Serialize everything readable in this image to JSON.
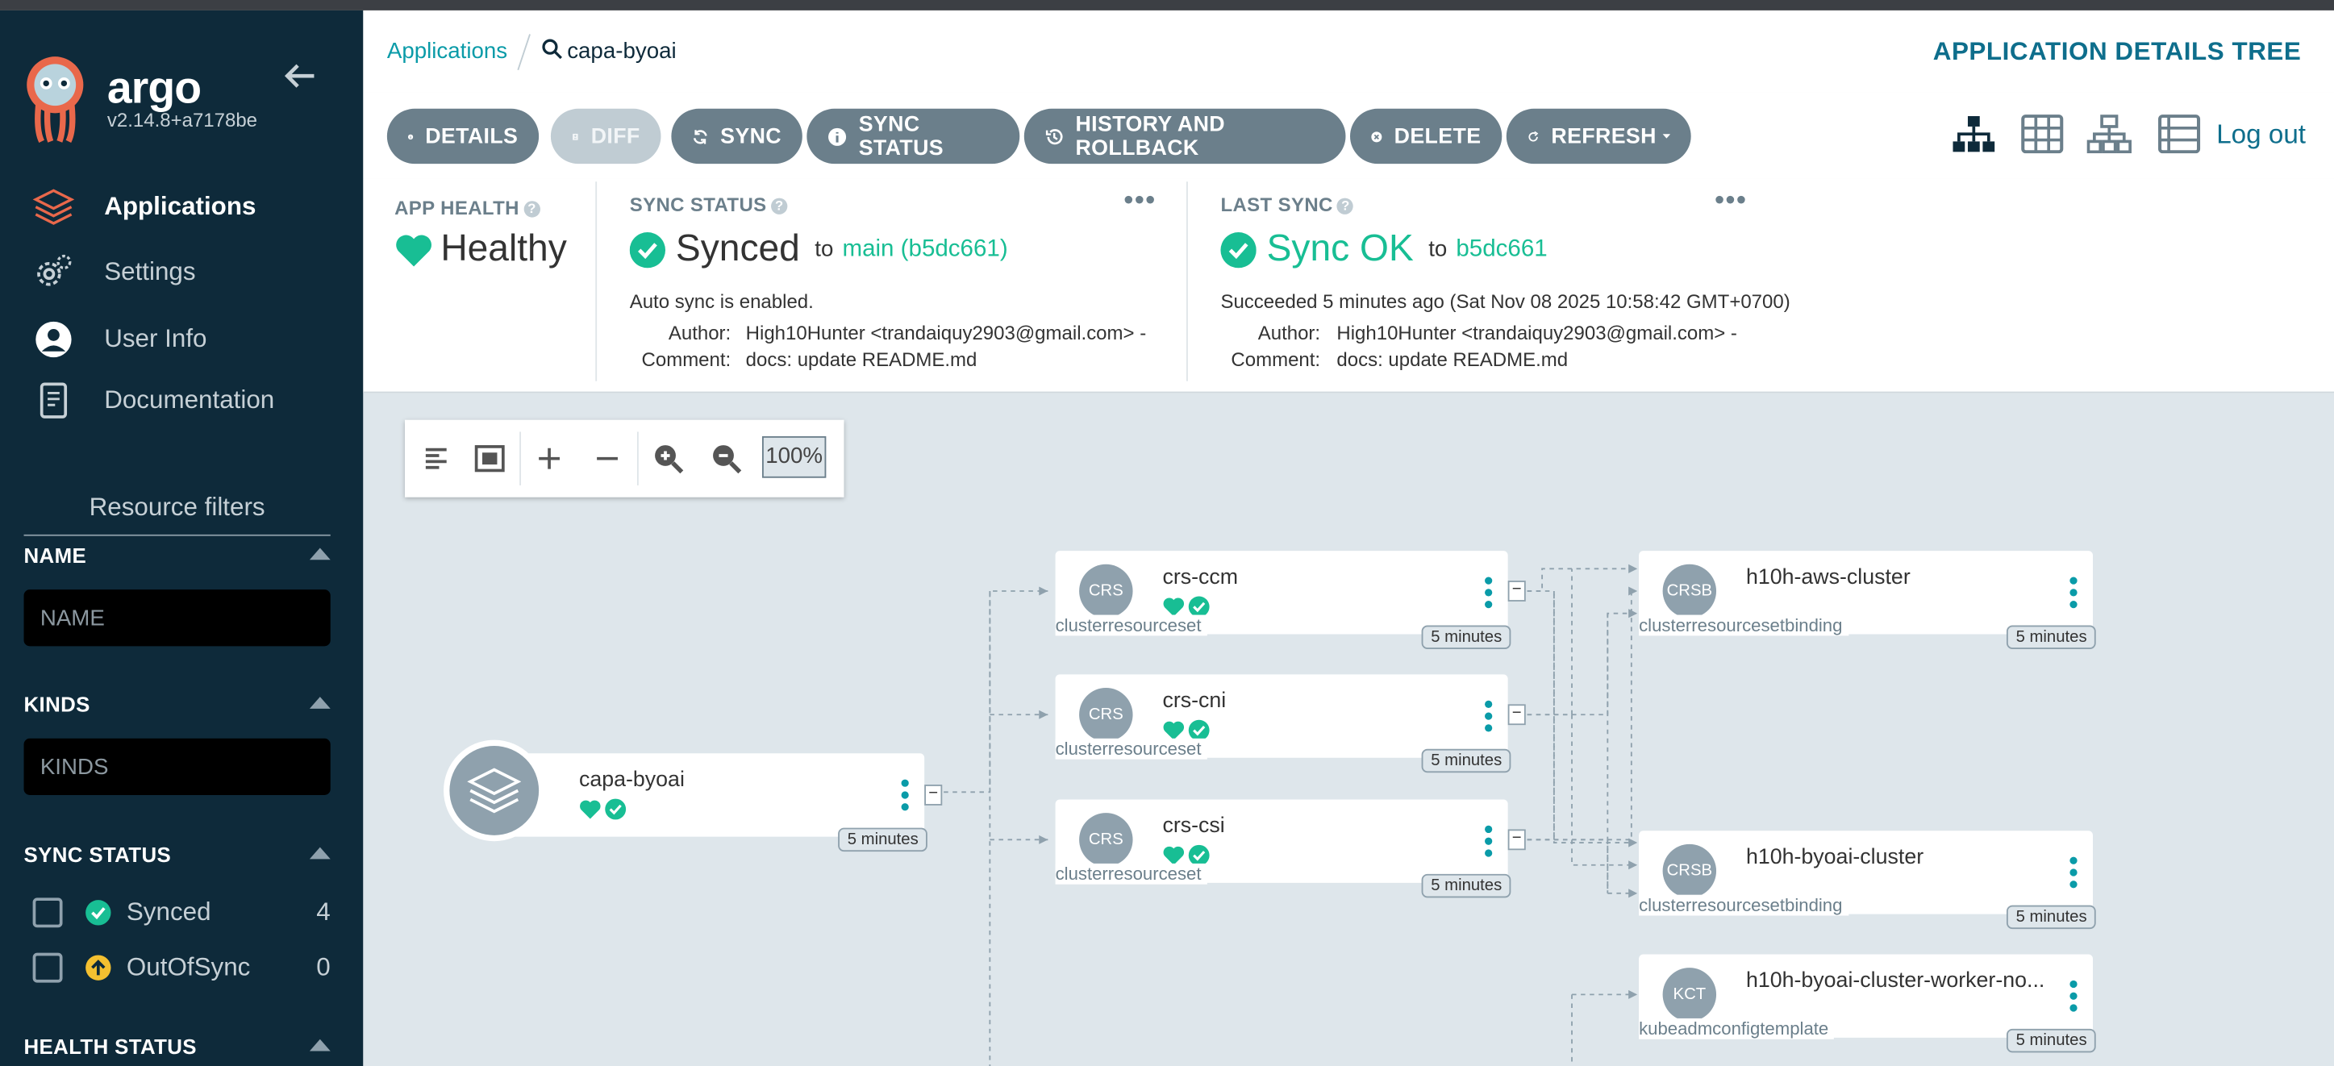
{
  "app": {
    "brand": "argo",
    "version": "v2.14.8+a7178be"
  },
  "nav": [
    {
      "label": "Applications"
    },
    {
      "label": "Settings"
    },
    {
      "label": "User Info"
    },
    {
      "label": "Documentation"
    }
  ],
  "filters": {
    "title": "Resource filters",
    "name": {
      "label": "NAME",
      "placeholder": "NAME"
    },
    "kinds": {
      "label": "KINDS",
      "placeholder": "KINDS"
    },
    "sync_status": {
      "label": "SYNC STATUS",
      "items": [
        {
          "label": "Synced",
          "count": "4"
        },
        {
          "label": "OutOfSync",
          "count": "0"
        }
      ]
    },
    "health_status": {
      "label": "HEALTH STATUS"
    }
  },
  "header": {
    "breadcrumb": "Applications",
    "app_name": "capa-byoai",
    "title": "APPLICATION DETAILS TREE"
  },
  "toolbar": {
    "details": "DETAILS",
    "diff": "DIFF",
    "sync": "SYNC",
    "sync_status": "SYNC STATUS",
    "history": "HISTORY AND ROLLBACK",
    "delete": "DELETE",
    "refresh": "REFRESH",
    "logout": "Log out"
  },
  "status": {
    "health": {
      "label": "APP HEALTH",
      "value": "Healthy"
    },
    "sync": {
      "label": "SYNC STATUS",
      "value": "Synced",
      "to": "to",
      "target": "main (b5dc661)",
      "auto": "Auto sync is enabled.",
      "author_k": "Author:",
      "author_v": "High10Hunter <trandaiquy2903@gmail.com> -",
      "comment_k": "Comment:",
      "comment_v": "docs: update README.md"
    },
    "last": {
      "label": "LAST SYNC",
      "value": "Sync OK",
      "to": "to",
      "target": "b5dc661",
      "when": "Succeeded 5 minutes ago (Sat Nov 08 2025 10:58:42 GMT+0700)",
      "author_k": "Author:",
      "author_v": "High10Hunter <trandaiquy2903@gmail.com> -",
      "comment_k": "Comment:",
      "comment_v": "docs: update README.md"
    }
  },
  "zoom": {
    "level": "100%"
  },
  "tree": {
    "app": {
      "name": "capa-byoai",
      "age": "5 minutes"
    },
    "nodes": [
      {
        "abbr": "CRS",
        "name": "crs-ccm",
        "kind": "clusterresourceset",
        "age": "5 minutes"
      },
      {
        "abbr": "CRS",
        "name": "crs-cni",
        "kind": "clusterresourceset",
        "age": "5 minutes"
      },
      {
        "abbr": "CRS",
        "name": "crs-csi",
        "kind": "clusterresourceset",
        "age": "5 minutes"
      },
      {
        "abbr": "CRSB",
        "name": "h10h-aws-cluster",
        "kind": "clusterresourcesetbinding",
        "age": "5 minutes"
      },
      {
        "abbr": "CRSB",
        "name": "h10h-byoai-cluster",
        "kind": "clusterresourcesetbinding",
        "age": "5 minutes"
      },
      {
        "abbr": "KCT",
        "name": "h10h-byoai-cluster-worker-no...",
        "kind": "kubeadmconfigtemplate",
        "age": "5 minutes"
      }
    ]
  },
  "colors": {
    "sidebar": "#0e2a3a",
    "accent": "#0a9ba8",
    "healthy": "#18be94",
    "button": "#6b7f8b",
    "outofsync": "#f4c030"
  }
}
